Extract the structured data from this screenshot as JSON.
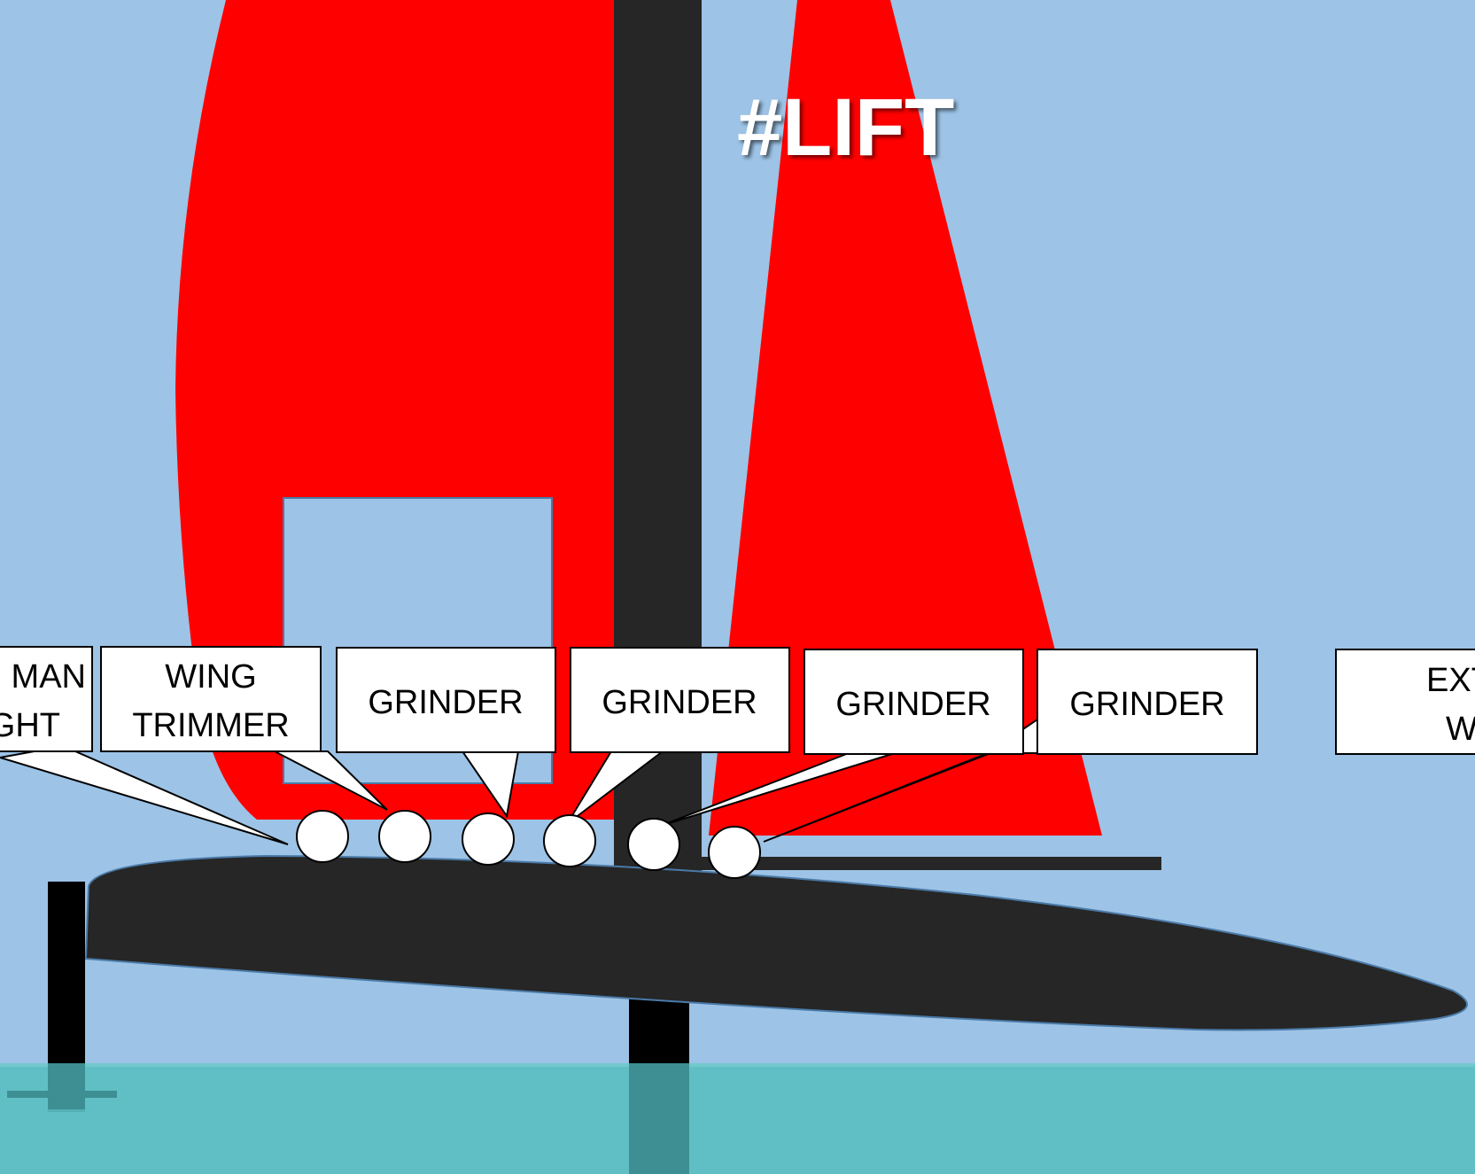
{
  "title": "#LIFT",
  "labels": {
    "helmsman": {
      "line1": "MAN",
      "line2": "GHT"
    },
    "wing_trimmer": {
      "line1": "WING",
      "line2": "TRIMMER"
    },
    "grinder_1": "GRINDER",
    "grinder_2": "GRINDER",
    "grinder_3": "GRINDER",
    "grinder_4": "GRINDER",
    "extra": {
      "line1": "EXT",
      "line2": "W"
    }
  },
  "colors": {
    "sky": "#9dc3e6",
    "sail": "#ff0000",
    "hull": "#262626",
    "water": "#5bbfc2",
    "foil": "#000000",
    "callout_fill": "#ffffff",
    "crew": "#ffffff"
  }
}
